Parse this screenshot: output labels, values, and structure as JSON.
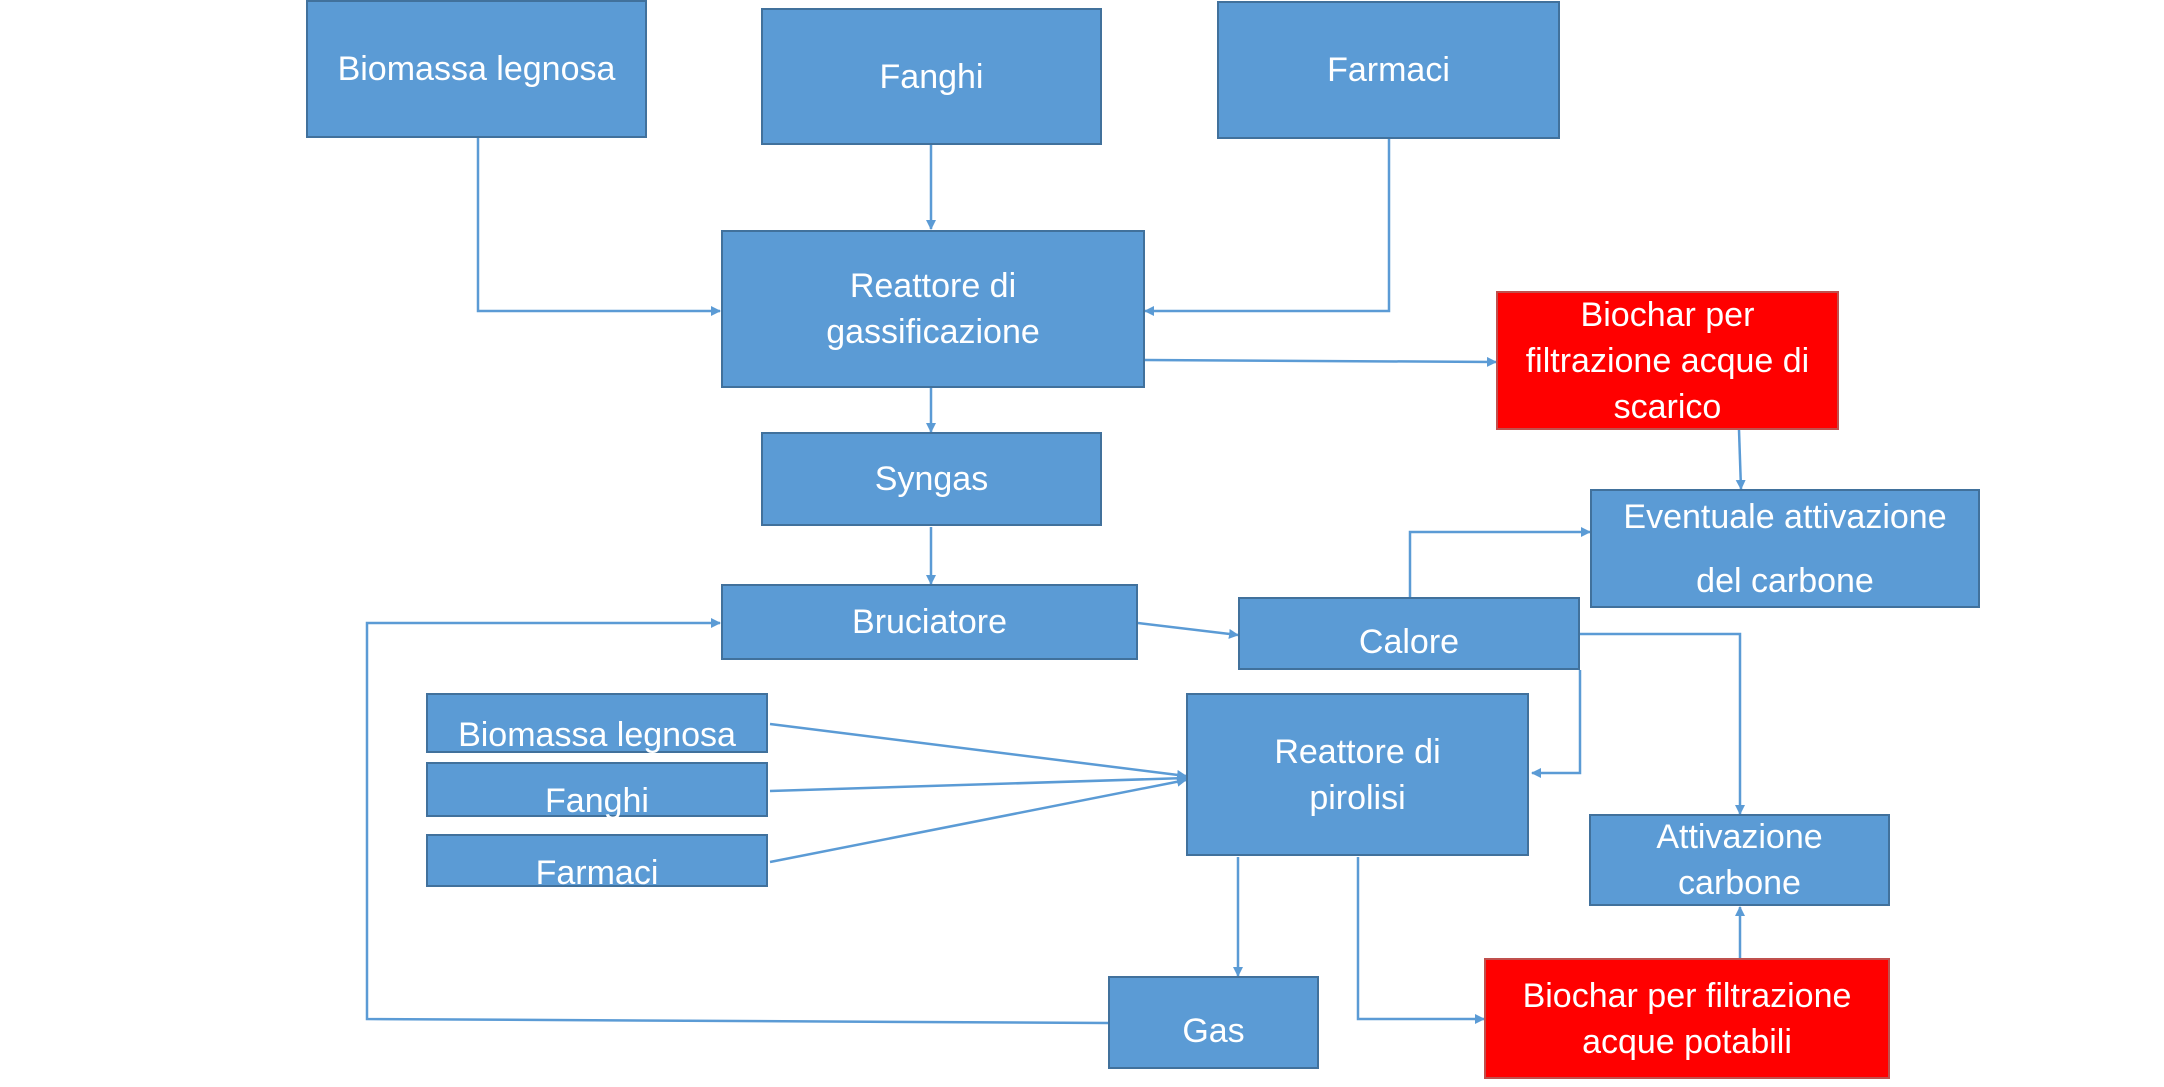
{
  "nodes": {
    "top_biomass": "Biomassa legnosa",
    "top_sludge": "Fanghi",
    "top_drugs": "Farmaci",
    "gasification_reactor": "Reattore di\ngassificazione",
    "biochar_wastewater": "Biochar per\nfiltrazione acque di\nscarico",
    "syngas": "Syngas",
    "carbon_activation_optional": "Eventuale attivazione\ndel carbone",
    "burner": "Bruciatore",
    "heat": "Calore",
    "pyro_biomass": "Biomassa legnosa",
    "pyro_sludge": "Fanghi",
    "pyro_drugs": "Farmaci",
    "pyrolysis_reactor": "Reattore di\npirolisi",
    "carbon_activation": "Attivazione\ncarbone",
    "gas": "Gas",
    "biochar_drinking": "Biochar per filtrazione\nacque potabili"
  },
  "colors": {
    "box_fill": "#5b9bd5",
    "box_border": "#41719c",
    "highlight_fill": "#ff0000",
    "arrow": "#5b9bd5",
    "text": "#ffffff"
  }
}
